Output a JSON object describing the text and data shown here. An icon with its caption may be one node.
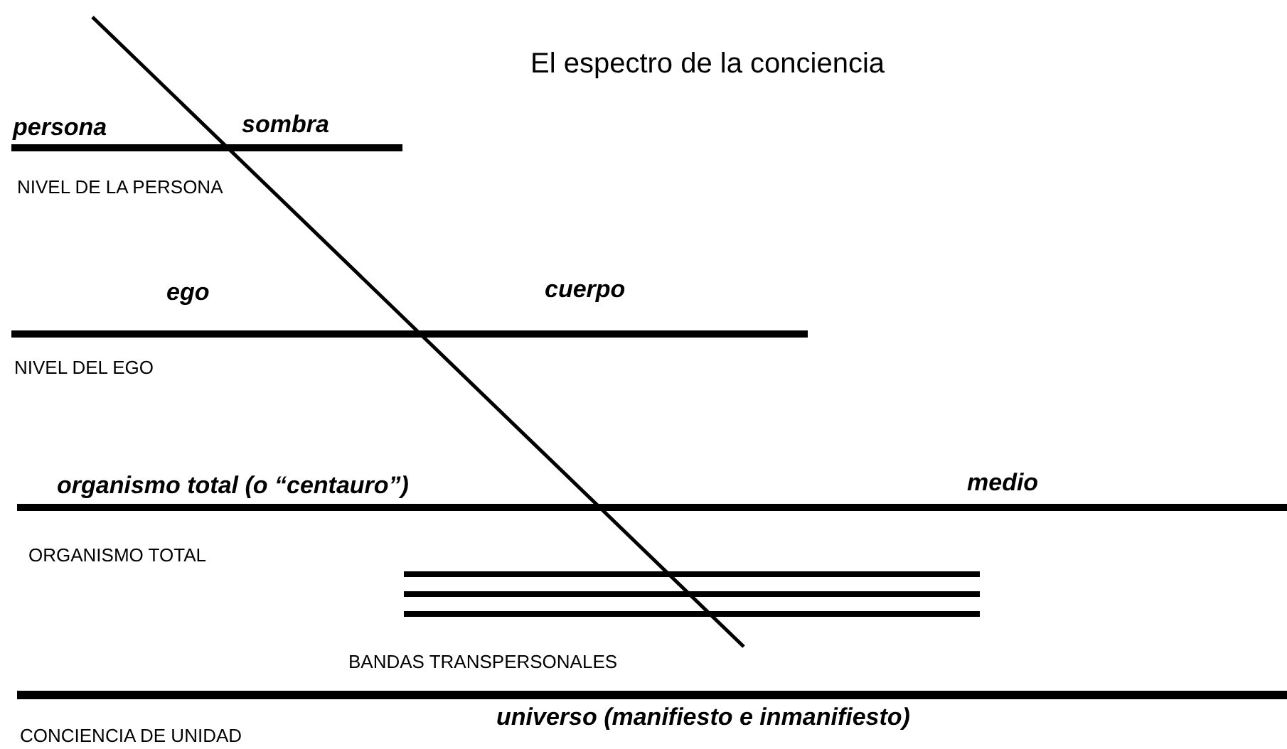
{
  "diagram": {
    "title": "El espectro de la conciencia",
    "labels": [
      "persona",
      "sombra",
      "NIVEL DE LA PERSONA",
      "ego",
      "cuerpo",
      "NIVEL DEL EGO",
      "organismo total (o “centauro”)",
      "medio",
      "ORGANISMO TOTAL",
      "BANDAS TRANSPERSONALES",
      "universo (manifiesto e inmanifiesto)",
      "CONCIENCIA DE UNIDAD"
    ]
  }
}
